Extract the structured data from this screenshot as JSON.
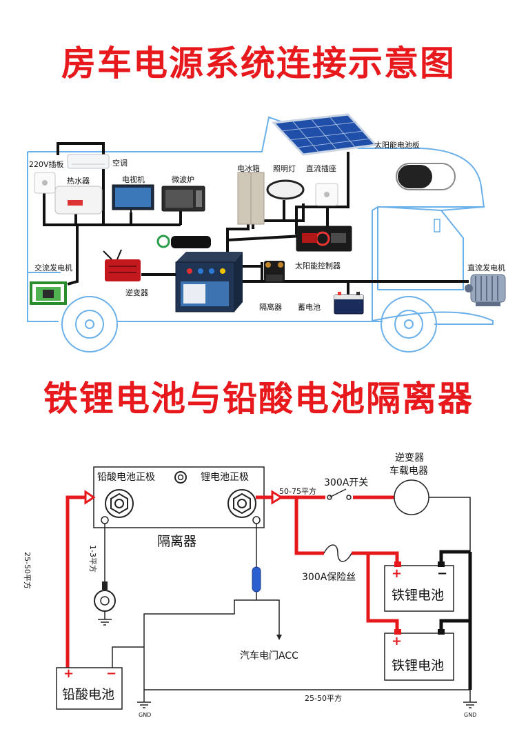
{
  "titles": {
    "top": "房车电源系统连接示意图",
    "bottom": "铁锂电池与铅酸电池隔离器"
  },
  "rv_diagram": {
    "solar_panel": "太阳能电池板",
    "socket_220v": "220V插板",
    "air_conditioner": "空调",
    "water_heater": "热水器",
    "tv": "电视机",
    "microwave": "微波炉",
    "fridge": "电冰箱",
    "lighting": "照明灯",
    "dc_socket": "直流插座",
    "solar_controller": "太阳能控制器",
    "ac_generator": "交流发电机",
    "inverter": "逆变器",
    "isolator": "隔离器",
    "lead_battery": "蓄电池",
    "dc_generator": "直流发电机"
  },
  "wiring": {
    "isolator_title": "隔离器",
    "lead_acid_positive": "铅酸电池正极",
    "lithium_positive": "锂电池正极",
    "cable_50_75": "50-75平方",
    "switch_300a": "300A开关",
    "inverter_label": "逆变器",
    "vehicle_appliance": "车载电器",
    "fuse_300a": "300A保险丝",
    "lfp_battery_1": "铁锂电池",
    "lfp_battery_2": "铁锂电池",
    "lead_acid_battery": "铅酸电池",
    "cable_25_50_left": "25-50平方",
    "cable_1_3": "1-3平方",
    "ignition_acc": "汽车电门ACC",
    "cable_25_50_bottom": "25-50平方",
    "gnd_left": "GND",
    "gnd_right": "GND",
    "plus": "+",
    "minus": "−"
  }
}
